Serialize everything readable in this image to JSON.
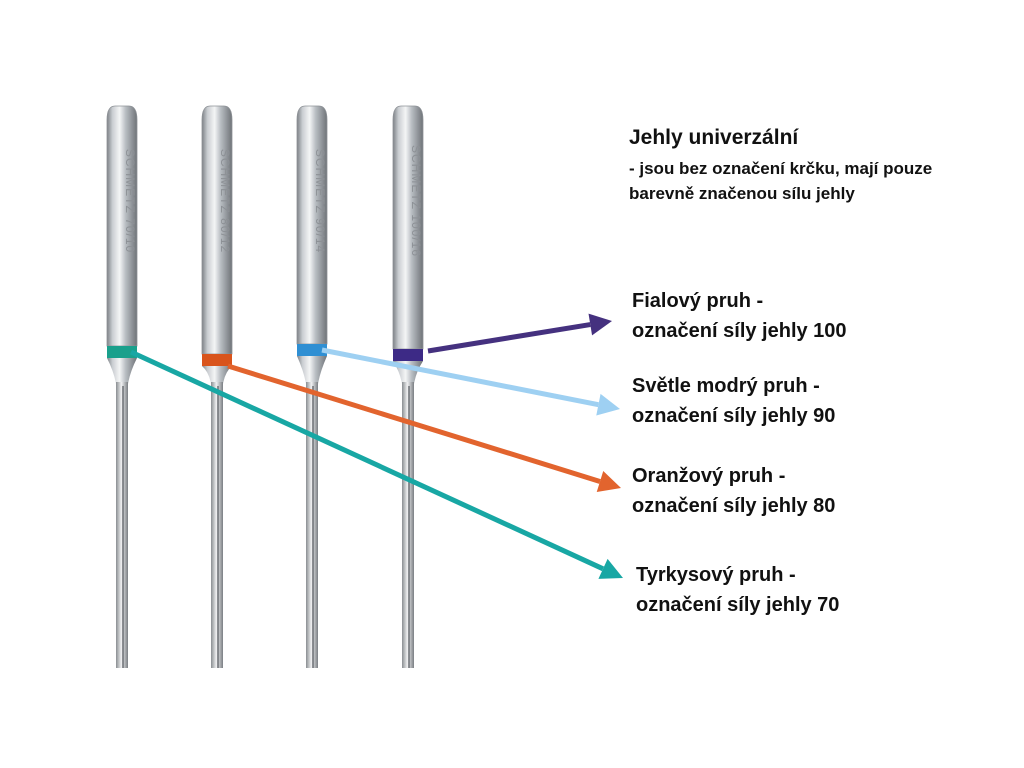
{
  "heading": {
    "title": "Jehly univerzální",
    "description": "- jsou bez označení krčku, mají pouze barevně značenou sílu jehly"
  },
  "needles": [
    {
      "stamp": "SCHMETZ 70/10",
      "band_color": "#1aa08c",
      "label_line1": "Tyrkysový pruh -",
      "label_line2": "označení síly jehly 70",
      "arrow_color": "#18a7a4"
    },
    {
      "stamp": "SCHMETZ 80/12",
      "band_color": "#d9541c",
      "label_line1": "Oranžový pruh -",
      "label_line2": "označení síly jehly 80",
      "arrow_color": "#e2642e"
    },
    {
      "stamp": "SCHMETZ 90/14",
      "band_color": "#2f8fd3",
      "label_line1": "Světle modrý pruh -",
      "label_line2": "označení síly jehly 90",
      "arrow_color": "#9ed0f2"
    },
    {
      "stamp": "SCHMETZ 100/16",
      "band_color": "#3d2a86",
      "label_line1": "Fialový pruh -",
      "label_line2": "označení síly jehly 100",
      "arrow_color": "#45317f"
    }
  ]
}
